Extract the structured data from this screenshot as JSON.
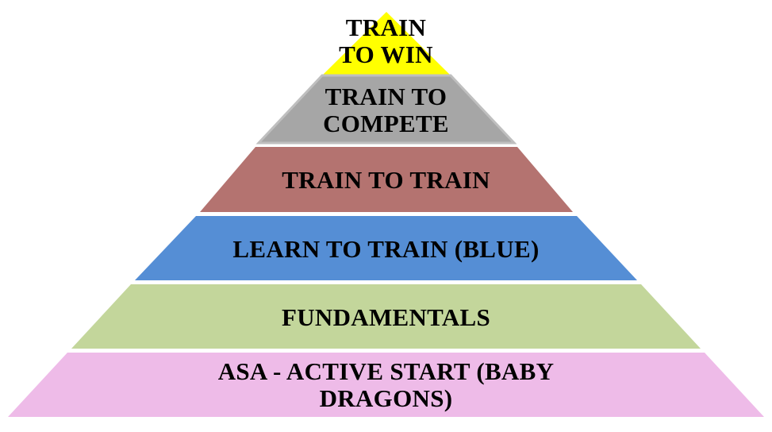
{
  "diagram": {
    "type": "pyramid",
    "tiers": [
      {
        "label": "TRAIN\nTO WIN",
        "color": "#FFFF00",
        "stroke": "#FFFF00"
      },
      {
        "label": "TRAIN TO\nCOMPETE",
        "color": "#A6A6A6",
        "stroke": "#BFBFBF"
      },
      {
        "label": "TRAIN TO TRAIN",
        "color": "#B47370",
        "stroke": "#B47370"
      },
      {
        "label": "LEARN TO TRAIN (BLUE)",
        "color": "#558ED5",
        "stroke": "#558ED5"
      },
      {
        "label": "FUNDAMENTALS",
        "color": "#C3D69B",
        "stroke": "#C3D69B"
      },
      {
        "label": "ASA - ACTIVE START (BABY\nDRAGONS)",
        "color": "#EEBBE8",
        "stroke": "#EEBBE8"
      }
    ]
  }
}
